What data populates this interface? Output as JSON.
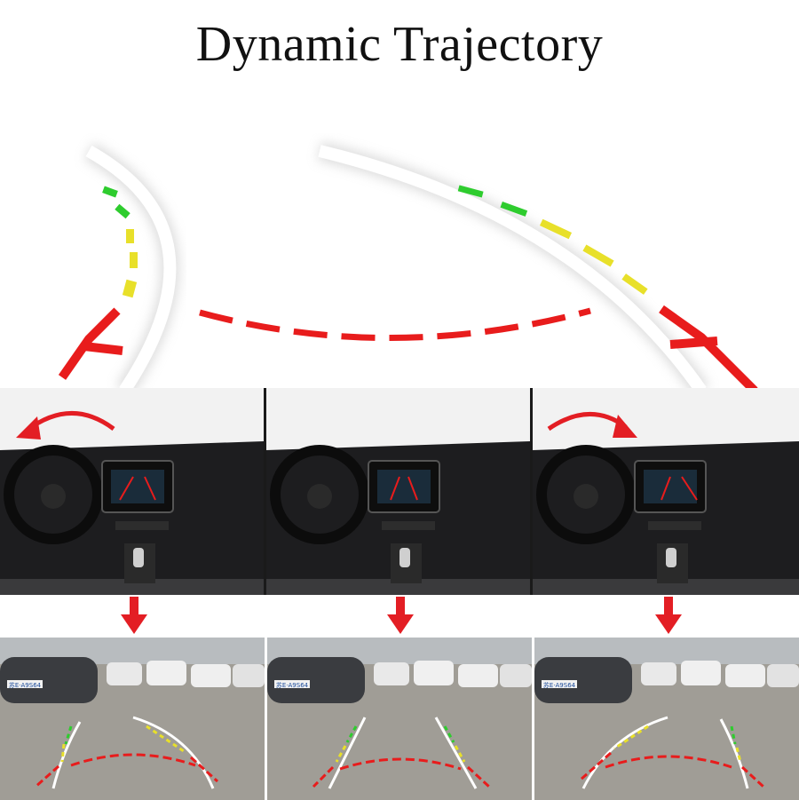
{
  "title": "Dynamic Trajectory",
  "colors": {
    "guide_white": "#ffffff",
    "guide_green": "#2ecc2e",
    "guide_yellow": "#e8e02a",
    "guide_red": "#e81c1c",
    "arrow_red": "#e31e24",
    "dashboard_dark": "#1d1d1f"
  },
  "panels": [
    {
      "steering": "left",
      "arrow_icon": "curved-arrow-left-icon"
    },
    {
      "steering": "straight",
      "arrow_icon": ""
    },
    {
      "steering": "right",
      "arrow_icon": "curved-arrow-right-icon"
    }
  ],
  "cameras": [
    {
      "plate": "苏E·A9S64",
      "trajectory": "left"
    },
    {
      "plate": "苏E·A9S64",
      "trajectory": "straight"
    },
    {
      "plate": "苏E·A9S64",
      "trajectory": "right"
    }
  ]
}
